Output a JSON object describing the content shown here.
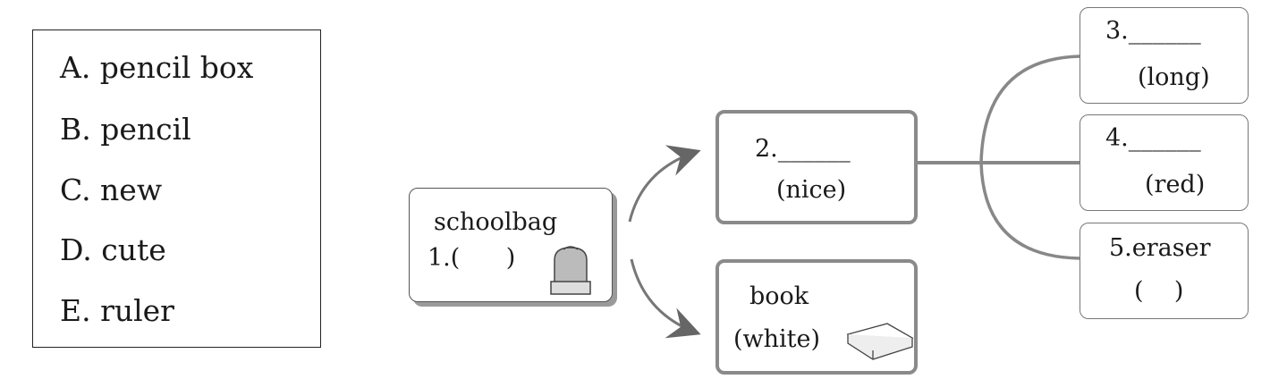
{
  "options": [
    {
      "label": "A. pencil box"
    },
    {
      "label": "B. pencil"
    },
    {
      "label": "C. new"
    },
    {
      "label": "D. cute"
    },
    {
      "label": "E. ruler"
    }
  ],
  "nodes": {
    "schoolbag": {
      "word": "schoolbag",
      "blank": "1.(      )",
      "icon": "backpack-icon"
    },
    "item2": {
      "blank": "2.______",
      "hint": "(nice)"
    },
    "book": {
      "word": "book",
      "hint": "(white)",
      "icon": "book-icon"
    },
    "item3": {
      "blank": "3.______",
      "hint": "(long)"
    },
    "item4": {
      "blank": "4.______",
      "hint": "(red)"
    },
    "item5": {
      "word": "5.eraser",
      "blank": "(    )"
    }
  }
}
